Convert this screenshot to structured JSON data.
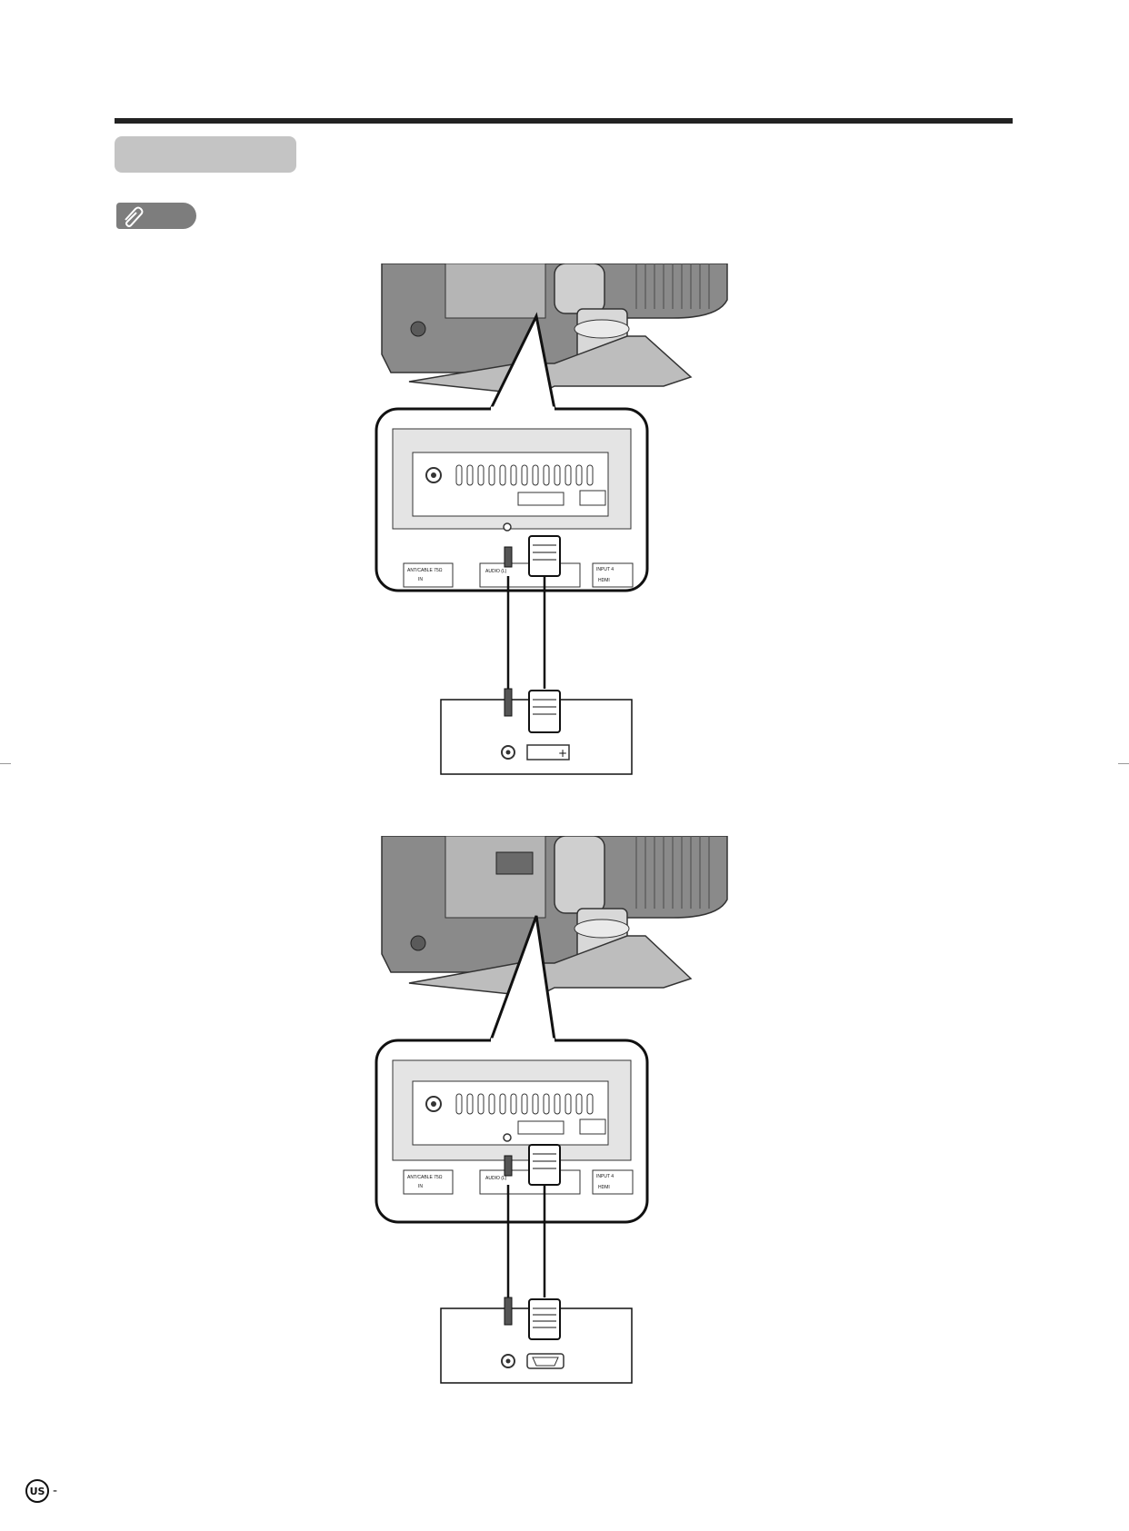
{
  "page": {
    "region_badge": "US",
    "region_separator": "-"
  },
  "figures": [
    {
      "panel_labels": {
        "antenna_top": "ANT/CABLE 75Ω",
        "antenna_bottom": "IN",
        "audio": "AUDIO (L)",
        "hdmi_top": "INPUT 4",
        "hdmi_bottom": "HDMI"
      },
      "source_connector": "dvi"
    },
    {
      "panel_labels": {
        "antenna_top": "ANT/CABLE 75Ω",
        "antenna_bottom": "IN",
        "audio": "AUDIO (L)",
        "hdmi_top": "INPUT 4",
        "hdmi_bottom": "HDMI"
      },
      "source_connector": "vga"
    }
  ]
}
